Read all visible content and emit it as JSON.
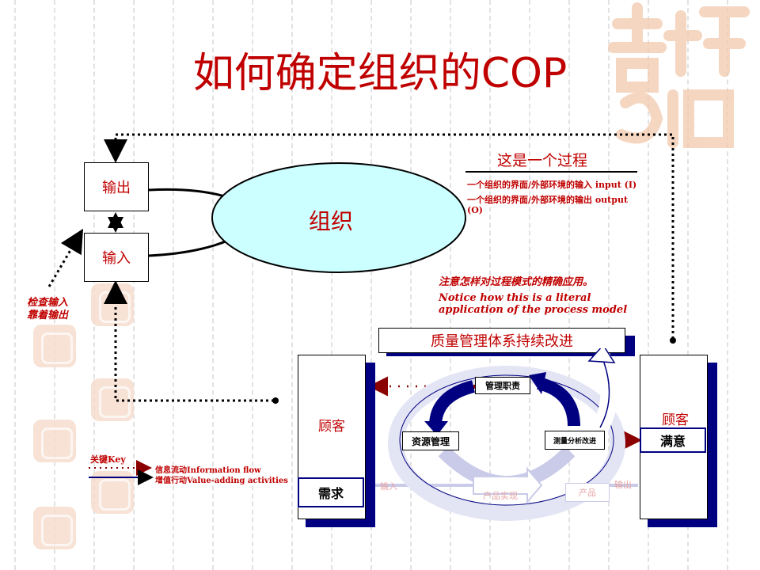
{
  "title": "如何确定组织的COP",
  "left_loop": {
    "output_label": "输出",
    "input_label": "输入",
    "organization_label": "组织",
    "check_note": [
      "检查输入",
      "靠着输出"
    ]
  },
  "process_note": {
    "heading": "这是一个过程",
    "line1": "一个组织的界面/外部环境的输入 input (I)",
    "line2": "一个组织的界面/外部环境的输出 output",
    "line3": "(O)"
  },
  "notice": {
    "chinese": "注意怎样对过程模式的精确应用。",
    "english_line1": "Notice how this is a literal",
    "english_line2": "application of the process model"
  },
  "qms": {
    "banner": "质量管理体系持续改进",
    "customer_left": "顾客",
    "requirement": "需求",
    "customer_right": "顾客",
    "satisfaction": "满意",
    "management_responsibility": "管理职责",
    "resource_management": "资源管理",
    "measurement": "测量分析改进",
    "input_label": "输入",
    "product_realization": "产品实现",
    "product": "产品",
    "output_label": "输出"
  },
  "key": {
    "heading": "关键Key",
    "info_flow": "信息流动Information flow",
    "value_adding": "增值行动Value-adding activities"
  },
  "colors": {
    "title_red": "#c00000",
    "navy": "#000080",
    "ellipse_cyan": "#ccffff",
    "faded_blue": "#9fa3d6"
  }
}
